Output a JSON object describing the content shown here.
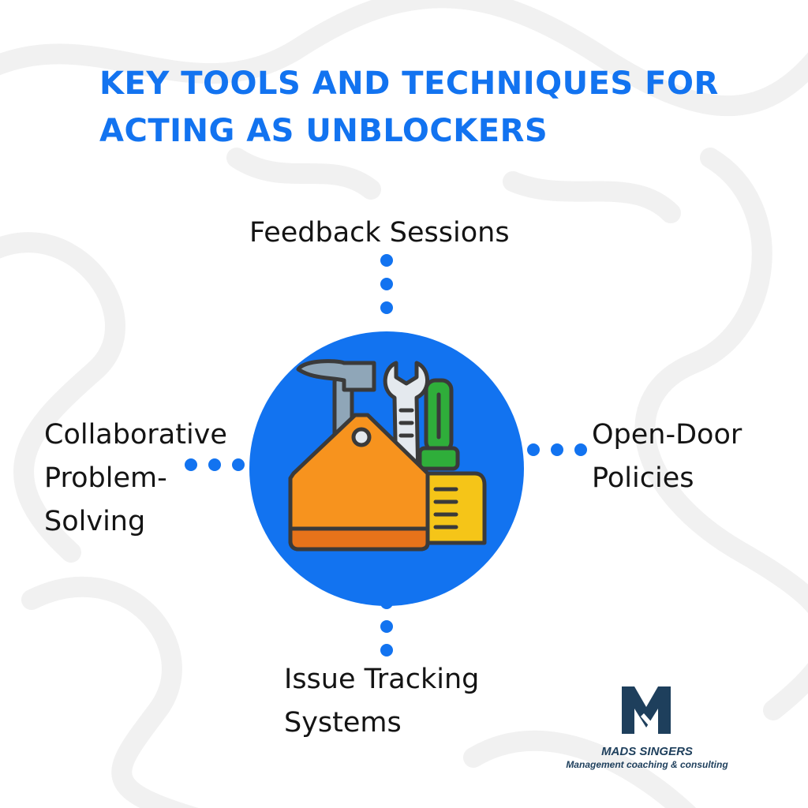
{
  "title": {
    "line1": "KEY TOOLS AND TECHNIQUES FOR",
    "line2": "ACTING AS UNBLOCKERS"
  },
  "center": {
    "icon": "toolbox-icon"
  },
  "nodes": {
    "top": {
      "line1": "Feedback Sessions"
    },
    "left": {
      "line1": "Collaborative",
      "line2": "Problem-",
      "line3": "Solving"
    },
    "right": {
      "line1": "Open-Door",
      "line2": "Policies"
    },
    "bottom": {
      "line1": "Issue Tracking",
      "line2": "Systems"
    }
  },
  "brand": {
    "logo": "mads-singers-m-logo",
    "name": "MADS SINGERS",
    "tagline": "Management coaching & consulting"
  },
  "colors": {
    "accent": "#1273f0",
    "text": "#141414",
    "brand_navy": "#1e3f5c",
    "toolbox_orange": "#f7931e",
    "toolbox_yellow": "#f5c518",
    "screwdriver_green": "#2fae3a"
  }
}
